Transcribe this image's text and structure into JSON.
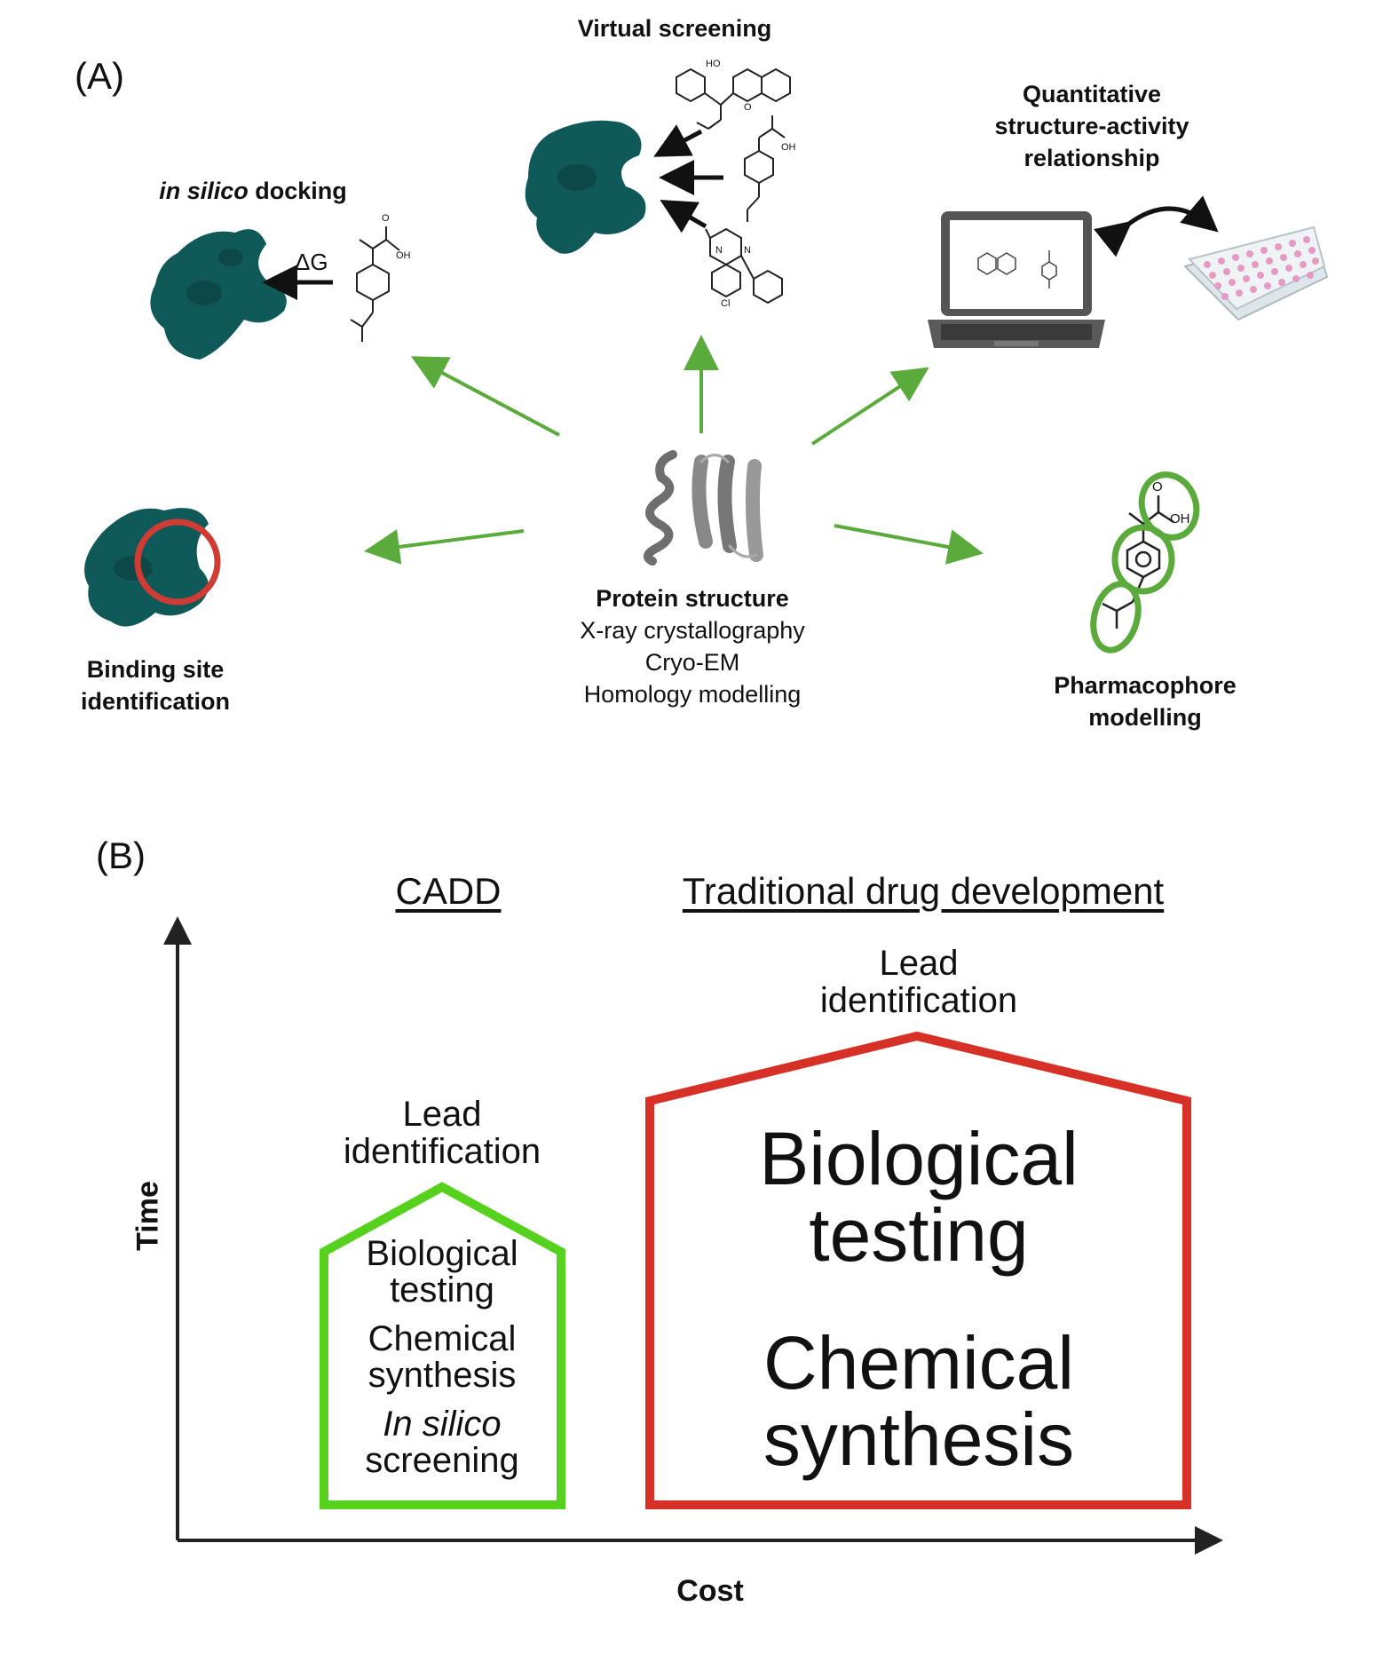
{
  "panel_a": {
    "label": "(A)",
    "center": {
      "title": "Protein structure",
      "methods": [
        "X-ray crystallography",
        "Cryo-EM",
        "Homology modelling"
      ]
    },
    "virtual_screening": {
      "title": "Virtual screening",
      "ho": "HO",
      "o": "O",
      "oh": "OH",
      "n1": "N",
      "n2": "N",
      "cl": "Cl"
    },
    "docking": {
      "title_italic": "in silico",
      "title_rest": " docking",
      "delta_g": "ΔG",
      "o": "O",
      "oh": "OH"
    },
    "qsar": {
      "lines": [
        "Quantitative",
        "structure-activity",
        "relationship"
      ]
    },
    "binding_site": {
      "lines": [
        "Binding site",
        "identification"
      ]
    },
    "pharmacophore": {
      "lines": [
        "Pharmacophore",
        "modelling"
      ],
      "o": "O",
      "oh": "OH"
    }
  },
  "panel_b": {
    "label": "(B)",
    "cadd_title": "CADD",
    "traditional_title": "Traditional drug development",
    "y_axis": "Time",
    "x_axis": "Cost",
    "cadd_box": {
      "top_label": [
        "Lead",
        "identification"
      ],
      "inside": [
        "Biological",
        "testing",
        "Chemical",
        "synthesis",
        "In silico",
        "screening"
      ]
    },
    "traditional_box": {
      "top_label": [
        "Lead",
        "identification"
      ],
      "inside": [
        "Biological",
        "testing",
        "Chemical",
        "synthesis"
      ]
    },
    "colors": {
      "cadd": "#56d21e",
      "traditional": "#d63027",
      "arrow": "#5aaa3c",
      "protein": "#0f5a59"
    }
  }
}
